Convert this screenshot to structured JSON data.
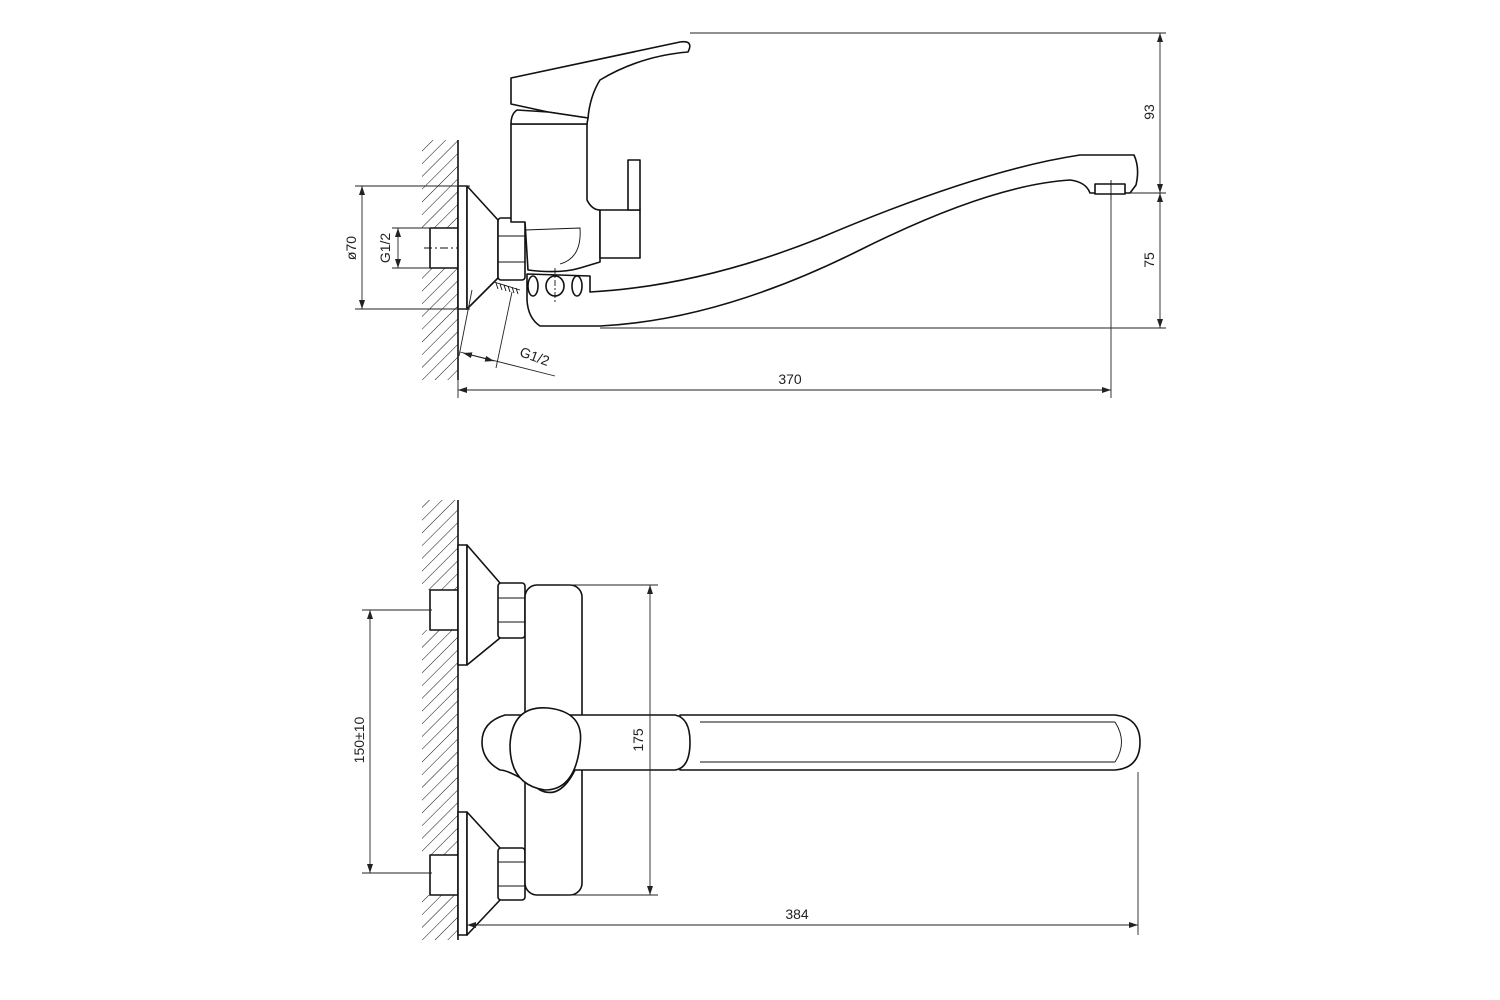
{
  "drawing": {
    "title": "Wall-mounted single-lever mixer with long spout - dimension drawing",
    "side_view": {
      "dim_flange_diameter": "ø70",
      "dim_inlet_thread": "G1/2",
      "dim_outlet_thread": "G1/2",
      "dim_total_reach": "370",
      "dim_lever_height": "93",
      "dim_spout_height": "75"
    },
    "top_view": {
      "dim_inlet_spacing": "150±10",
      "dim_body_height": "175",
      "dim_spout_reach": "384"
    },
    "line_color": "#111111",
    "background_color": "#ffffff"
  }
}
